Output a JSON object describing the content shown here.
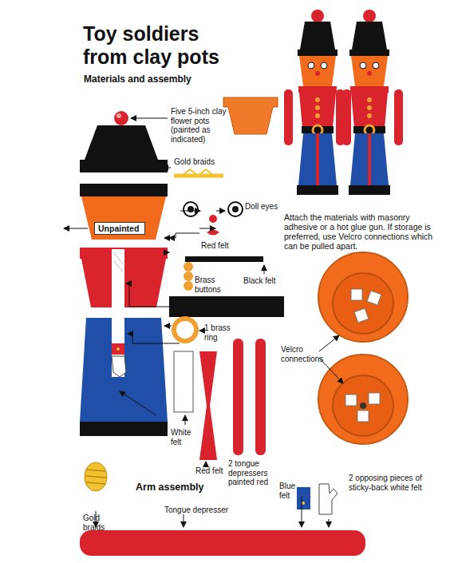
{
  "diagram": {
    "title": "Toy soldiers from clay pots",
    "nodes": [
      {
        "text": [
          "Unpainted"
        ]
      }
    ],
    "labels": [
      "Materials and assembly",
      "Five 5-inch clay flower pots (painted as indicated)",
      "Gold braids",
      "Doll eyes",
      "Red felt",
      "Attach the materials with masonry adhesive or a hot glue gun. If storage is preferred, use Velcro connections which can be pulled apart.",
      "Brass buttons",
      "Black felt",
      "1 brass ring",
      "Velcro connections",
      "White felt",
      "Red felt",
      "2 tongue depressers painted red",
      "Arm assembly",
      "Blue felt",
      "2 opposing pieces of sticky-back white felt",
      "Gold braids",
      "Tongue depresser"
    ]
  }
}
